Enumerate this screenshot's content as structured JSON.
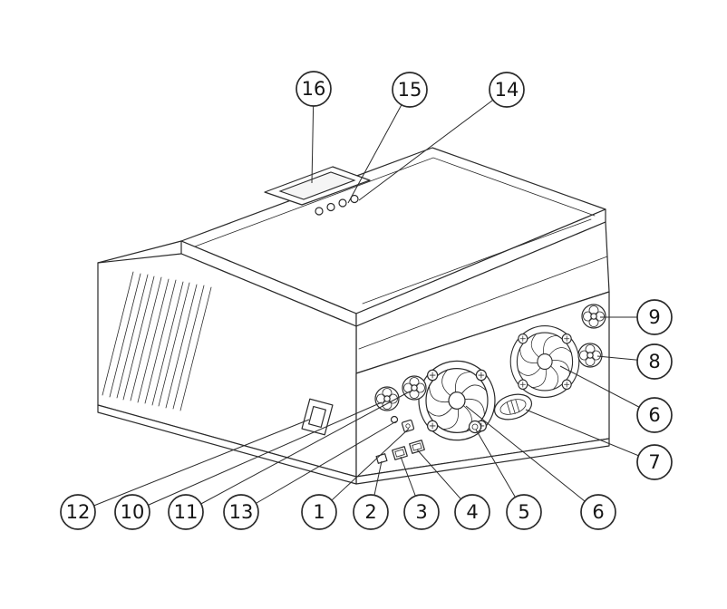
{
  "figure": {
    "kind": "technical-line-illustration",
    "subject": "hybrid-inverter-isometric-overview",
    "colors": {
      "background": "#ffffff",
      "line": "#2a2a2a",
      "lcd_fill": "#f5f5f5"
    }
  },
  "diagram": {
    "callouts": [
      {
        "label": "16",
        "target": "lcd-display"
      },
      {
        "label": "15",
        "target": "function-buttons"
      },
      {
        "label": "14",
        "target": "indicator-button"
      },
      {
        "label": "9",
        "target": "right-upper-cable-gland"
      },
      {
        "label": "8",
        "target": "right-lower-cable-gland"
      },
      {
        "label": "6",
        "target": "right-cooling-fan"
      },
      {
        "label": "7",
        "target": "oval-vent"
      },
      {
        "label": "12",
        "target": "side-power-switch"
      },
      {
        "label": "10",
        "target": "left-cable-gland-outer"
      },
      {
        "label": "11",
        "target": "left-cable-gland-inner"
      },
      {
        "label": "13",
        "target": "sensor-dot"
      },
      {
        "label": "1",
        "target": "square-connector"
      },
      {
        "label": "2",
        "target": "small-port"
      },
      {
        "label": "3",
        "target": "port-left"
      },
      {
        "label": "4",
        "target": "port-right"
      },
      {
        "label": "5",
        "target": "round-breaker"
      },
      {
        "label": "6",
        "target": "left-cooling-fan"
      }
    ]
  }
}
